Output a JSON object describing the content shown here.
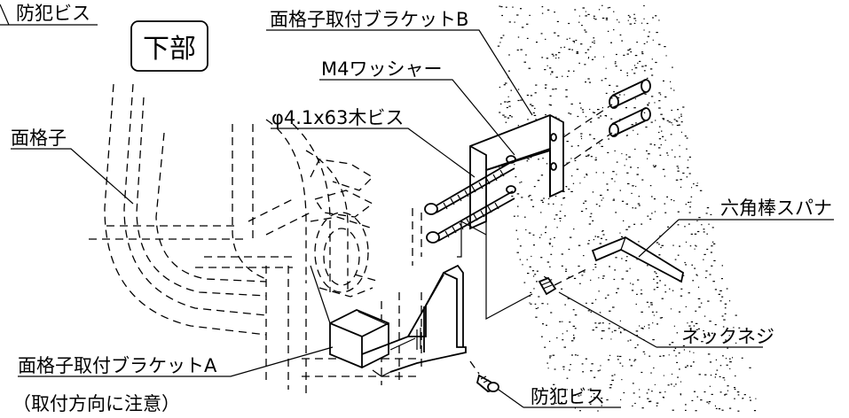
{
  "labels": {
    "top_left_screw": "防犯ビス",
    "lower_part": "下部",
    "bracket_b": "面格子取付ブラケットB",
    "washer": "M4ワッシャー",
    "wood_screw": "φ4.1x63木ビス",
    "face_lattice": "面格子",
    "hex_wrench": "六角棒スパナ",
    "neck_screw": "ネックネジ",
    "bracket_a": "面格子取付ブラケットA",
    "bracket_a_note": "（取付方向に注意）",
    "bottom_screw": "防犯ビス"
  }
}
